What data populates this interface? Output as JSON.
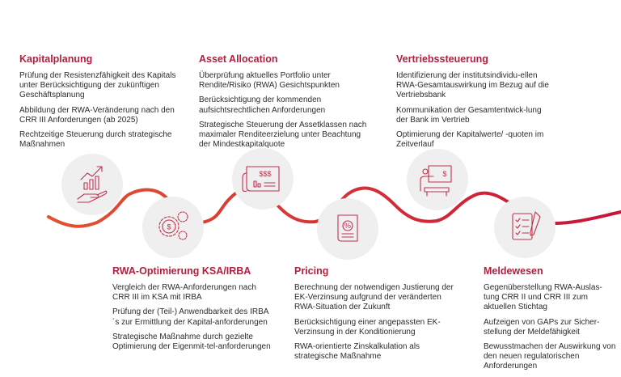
{
  "colors": {
    "accent": "#b0203f",
    "wave_start": "#e4572e",
    "wave_end": "#c8143c",
    "circle": "#efefef"
  },
  "top_blocks": [
    {
      "title": "Kapitalplanung",
      "items": [
        "Prüfung der Resistenzfähigkeit des Kapitals unter Berücksichtigung der zukünftigen Geschäftsplanung",
        "Abbildung der RWA-Veränderung nach den CRR III Anforderungen (ab 2025)",
        "Rechtzeitige Steuerung durch strategische Maßnahmen"
      ]
    },
    {
      "title": "Asset Allocation",
      "items": [
        "Überprüfung aktuelles Portfolio unter Rendite/Risiko (RWA) Gesichtspunkten",
        "Berücksichtigung der kommenden aufsichtsrechtlichen Anforderungen",
        "Strategische Steuerung der Assetklassen nach maximaler Renditeerzielung unter Beachtung der Mindestkapitalquote"
      ]
    },
    {
      "title": "Vertriebssteuerung",
      "items": [
        "Identifizierung der institutsindividu-ellen RWA-Gesamtauswirkung im Bezug auf die Vertriebsbank",
        "Kommunikation der Gesamtentwick-lung der Bank im Vertrieb",
        "Optimierung der Kapitalwerte/ -quoten im Zeitverlauf"
      ]
    }
  ],
  "bottom_blocks": [
    {
      "title": "RWA-Optimierung KSA/IRBA",
      "items": [
        "Vergleich der RWA-Anforderungen nach CRR III im KSA mit IRBA",
        "Prüfung der (Teil-) Anwendbarkeit des IRBA´s zur Ermittlung der Kapital-anforderungen",
        "Strategische Maßnahme durch gezielte Optimierung der Eigenmit-tel-anforderungen"
      ]
    },
    {
      "title": "Pricing",
      "items": [
        "Berechnung der notwendigen Justierung der EK-Verzinsung aufgrund der veränderten RWA-Situation der Zukunft",
        "Berücksichtigung einer angepassten EK-Verzinsung in der Konditionierung",
        "RWA-orientierte Zinskalkulation als strategische Maßnahme"
      ]
    },
    {
      "title": "Meldewesen",
      "items": [
        "Gegenüberstellung RWA-Auslas-tung CRR II und CRR III zum aktuellen Stichtag",
        "Aufzeigen von GAPs zur Sicher-stellung der Meldefähigkeit",
        "Bewusstmachen der Auswirkung von den neuen regulatorischen Anforderungen"
      ]
    }
  ],
  "icons": [
    "growth-hand-icon",
    "money-gears-icon",
    "financial-report-icon",
    "percent-document-icon",
    "presentation-icon",
    "checklist-icon"
  ],
  "icon_labels": {
    "dollars": "$$$",
    "dollar": "$",
    "percent": "%"
  }
}
